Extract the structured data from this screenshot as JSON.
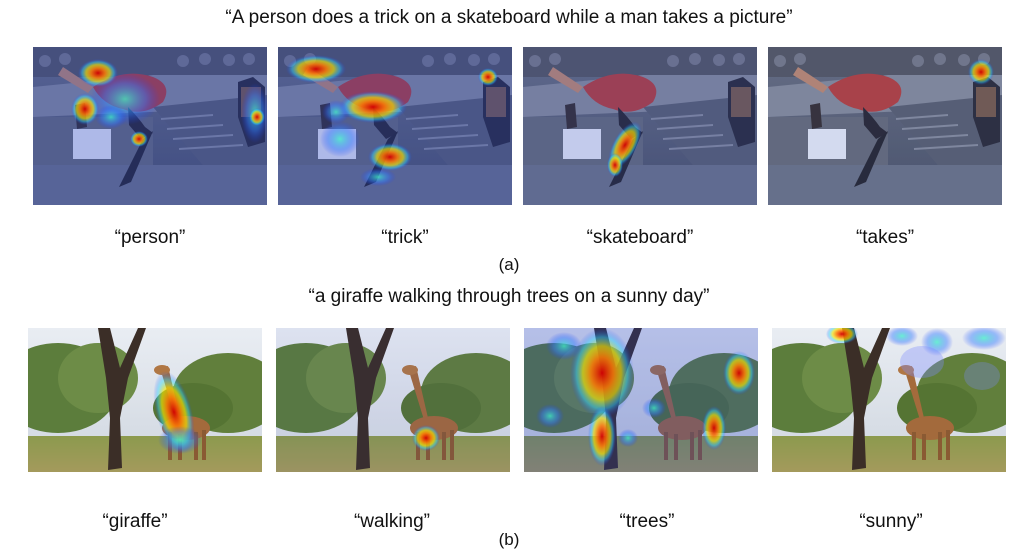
{
  "figure": {
    "row_a": {
      "sentence": "“A person does a trick on a skateboard while a man takes a picture”",
      "words": [
        "“person”",
        "“trick”",
        "“skateboard”",
        "“takes”"
      ],
      "sublabel": "(a)"
    },
    "row_b": {
      "sentence": "“a giraffe walking through trees on a sunny day”",
      "words": [
        "“giraffe”",
        "“walking”",
        "“trees”",
        "“sunny”"
      ],
      "sublabel": "(b)"
    }
  }
}
